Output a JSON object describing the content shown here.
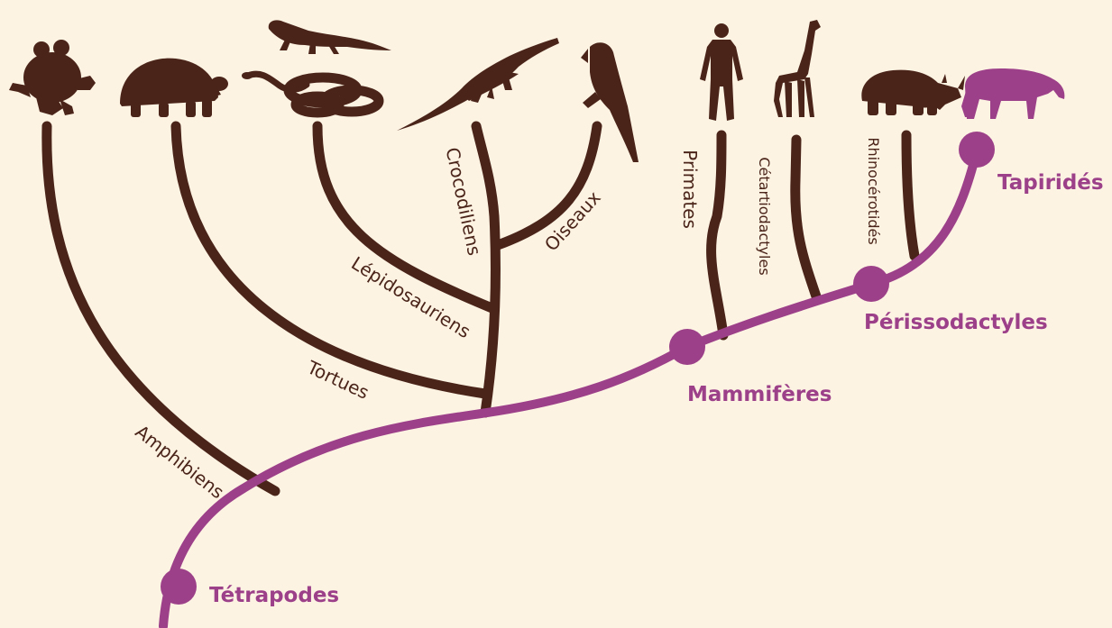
{
  "diagram": {
    "clades": {
      "amphibiens": "Amphibiens",
      "tortues": "Tortues",
      "lepidosauriens": "Lépidosauriens",
      "crocodiliens": "Crocodiliens",
      "oiseaux": "Oiseaux",
      "primates": "Primates",
      "cetartiodactyles": "Cétartiodactyles",
      "rhinocerotides": "Rhinocérotidés"
    },
    "nodes": {
      "tetrapodes": "Tétrapodes",
      "mammiferes": "Mammifères",
      "perissodactyles": "Périssodactyles",
      "tapirides": "Tapiridés"
    },
    "animals": [
      {
        "name": "frog-icon",
        "clade": "Amphibiens"
      },
      {
        "name": "tortoise-icon",
        "clade": "Tortues"
      },
      {
        "name": "lizard-icon",
        "clade": "Lépidosauriens"
      },
      {
        "name": "snake-icon",
        "clade": "Lépidosauriens"
      },
      {
        "name": "crocodile-icon",
        "clade": "Crocodiliens"
      },
      {
        "name": "parrot-icon",
        "clade": "Oiseaux"
      },
      {
        "name": "human-icon",
        "clade": "Primates"
      },
      {
        "name": "giraffe-icon",
        "clade": "Cétartiodactyles"
      },
      {
        "name": "rhinoceros-icon",
        "clade": "Rhinocérotidés"
      },
      {
        "name": "tapir-icon",
        "clade": "Tapiridés"
      }
    ],
    "colors": {
      "background": "#fdf3e3",
      "branch": "#4a2419",
      "highlight": "#9c4089"
    }
  }
}
